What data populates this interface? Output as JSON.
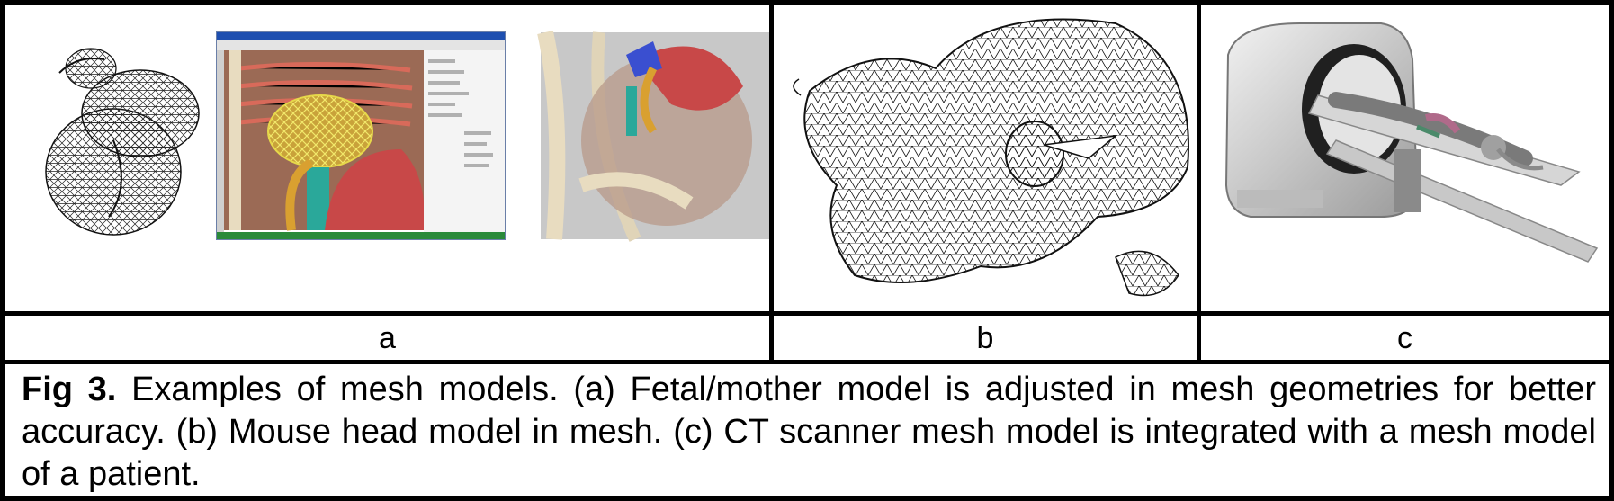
{
  "panels": [
    {
      "label": "a",
      "images": [
        "fetal mesh wireframe",
        "mesh editing software screenshot",
        "mother anatomy model"
      ]
    },
    {
      "label": "b",
      "images": [
        "mouse head mesh"
      ]
    },
    {
      "label": "c",
      "images": [
        "CT scanner with patient mesh"
      ]
    }
  ],
  "caption": {
    "lead": "Fig 3.",
    "text": " Examples of mesh models. (a) Fetal/mother model is adjusted in mesh geometries for better accuracy.  (b) Mouse head model in mesh. (c) CT scanner mesh model is integrated with a mesh model of a patient."
  },
  "colors": {
    "border": "#000000",
    "muscle": "#c84848",
    "bone": "#e8dcc0",
    "yellow_mesh": "#e6d84a",
    "teal": "#2aa89a"
  }
}
